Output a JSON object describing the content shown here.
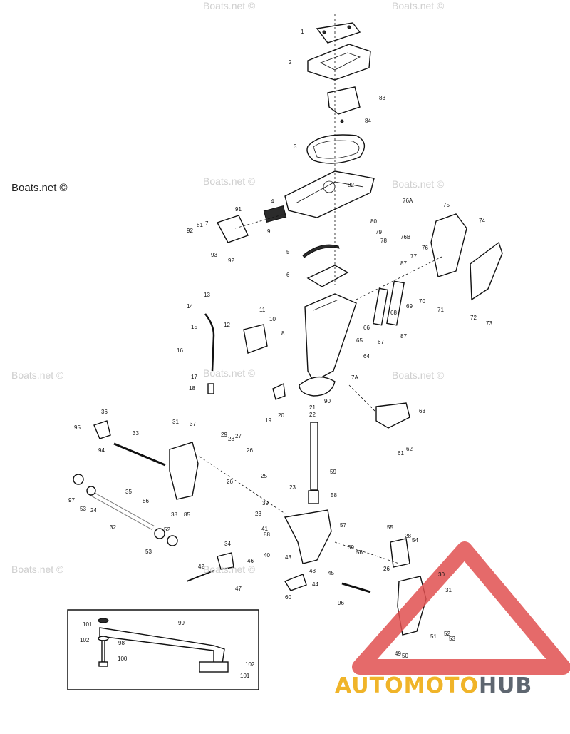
{
  "watermarks": {
    "main": "Boats.net ©",
    "faint": "Boats.net ©"
  },
  "brand": {
    "part1": "AUTOMOTO",
    "part2": "HUB",
    "color1": "#f0b429",
    "color2": "#5e6670",
    "logo_color": "#e05050"
  },
  "callouts": [
    "1",
    "2",
    "83",
    "84",
    "3",
    "82",
    "4",
    "80",
    "79",
    "78",
    "9",
    "91",
    "81",
    "7",
    "92",
    "93",
    "92",
    "5",
    "6",
    "76A",
    "75",
    "74",
    "76B",
    "77",
    "76",
    "87",
    "70",
    "71",
    "72",
    "73",
    "13",
    "14",
    "15",
    "16",
    "12",
    "11",
    "10",
    "8",
    "66",
    "69",
    "68",
    "67",
    "87",
    "65",
    "64",
    "7A",
    "17",
    "18",
    "19",
    "20",
    "90",
    "21",
    "22",
    "63",
    "61",
    "62",
    "36",
    "95",
    "94",
    "33",
    "31",
    "37",
    "29",
    "28",
    "27",
    "26",
    "25",
    "26",
    "59",
    "97",
    "53",
    "24",
    "35",
    "86",
    "38",
    "85",
    "32",
    "39",
    "23",
    "58",
    "57",
    "23",
    "41",
    "88",
    "40",
    "53",
    "52",
    "34",
    "46",
    "43",
    "48",
    "44",
    "60",
    "47",
    "42",
    "39",
    "56",
    "55",
    "28",
    "54",
    "26",
    "30",
    "31",
    "45",
    "96",
    "99",
    "101",
    "102",
    "98",
    "100",
    "102",
    "101",
    "51",
    "52",
    "53",
    "49",
    "50"
  ],
  "inset_callouts": [
    "101",
    "102",
    "98",
    "100",
    "99",
    "102",
    "101"
  ]
}
